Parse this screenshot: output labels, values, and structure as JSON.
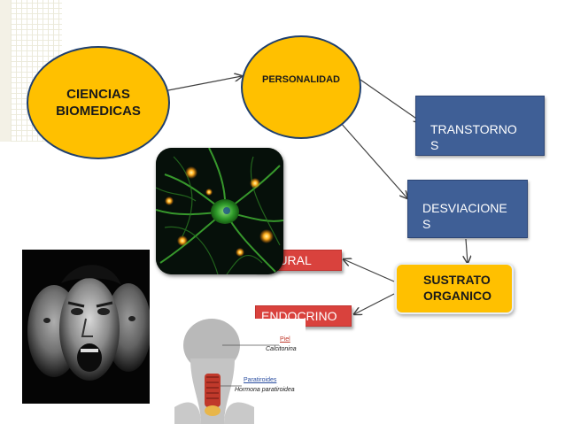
{
  "nodes": {
    "ciencias": {
      "line1": "CIENCIAS",
      "line2": "BIOMEDICAS"
    },
    "personalidad": "PERSONALIDAD",
    "transtornos": {
      "line1": "TRANSTORNO",
      "line2": "S"
    },
    "desviaciones": {
      "line1": "DESVIACIONE",
      "line2": "S"
    },
    "sustrato": {
      "line1": "SUSTRATO",
      "line2": "ORGANICO"
    },
    "neural": "NEURAL",
    "endocrino": "ENDOCRINO"
  },
  "anatomy_labels": {
    "piel": "Piel",
    "piel_sub": "Calcitonina",
    "paratiroides": "Paratiroides",
    "paratiroides_sub": "Hormona paratiroidea"
  },
  "colors": {
    "circle_fill": "#ffc000",
    "rect_fill": "#3f5f96",
    "tag_fill": "#d9423d"
  }
}
